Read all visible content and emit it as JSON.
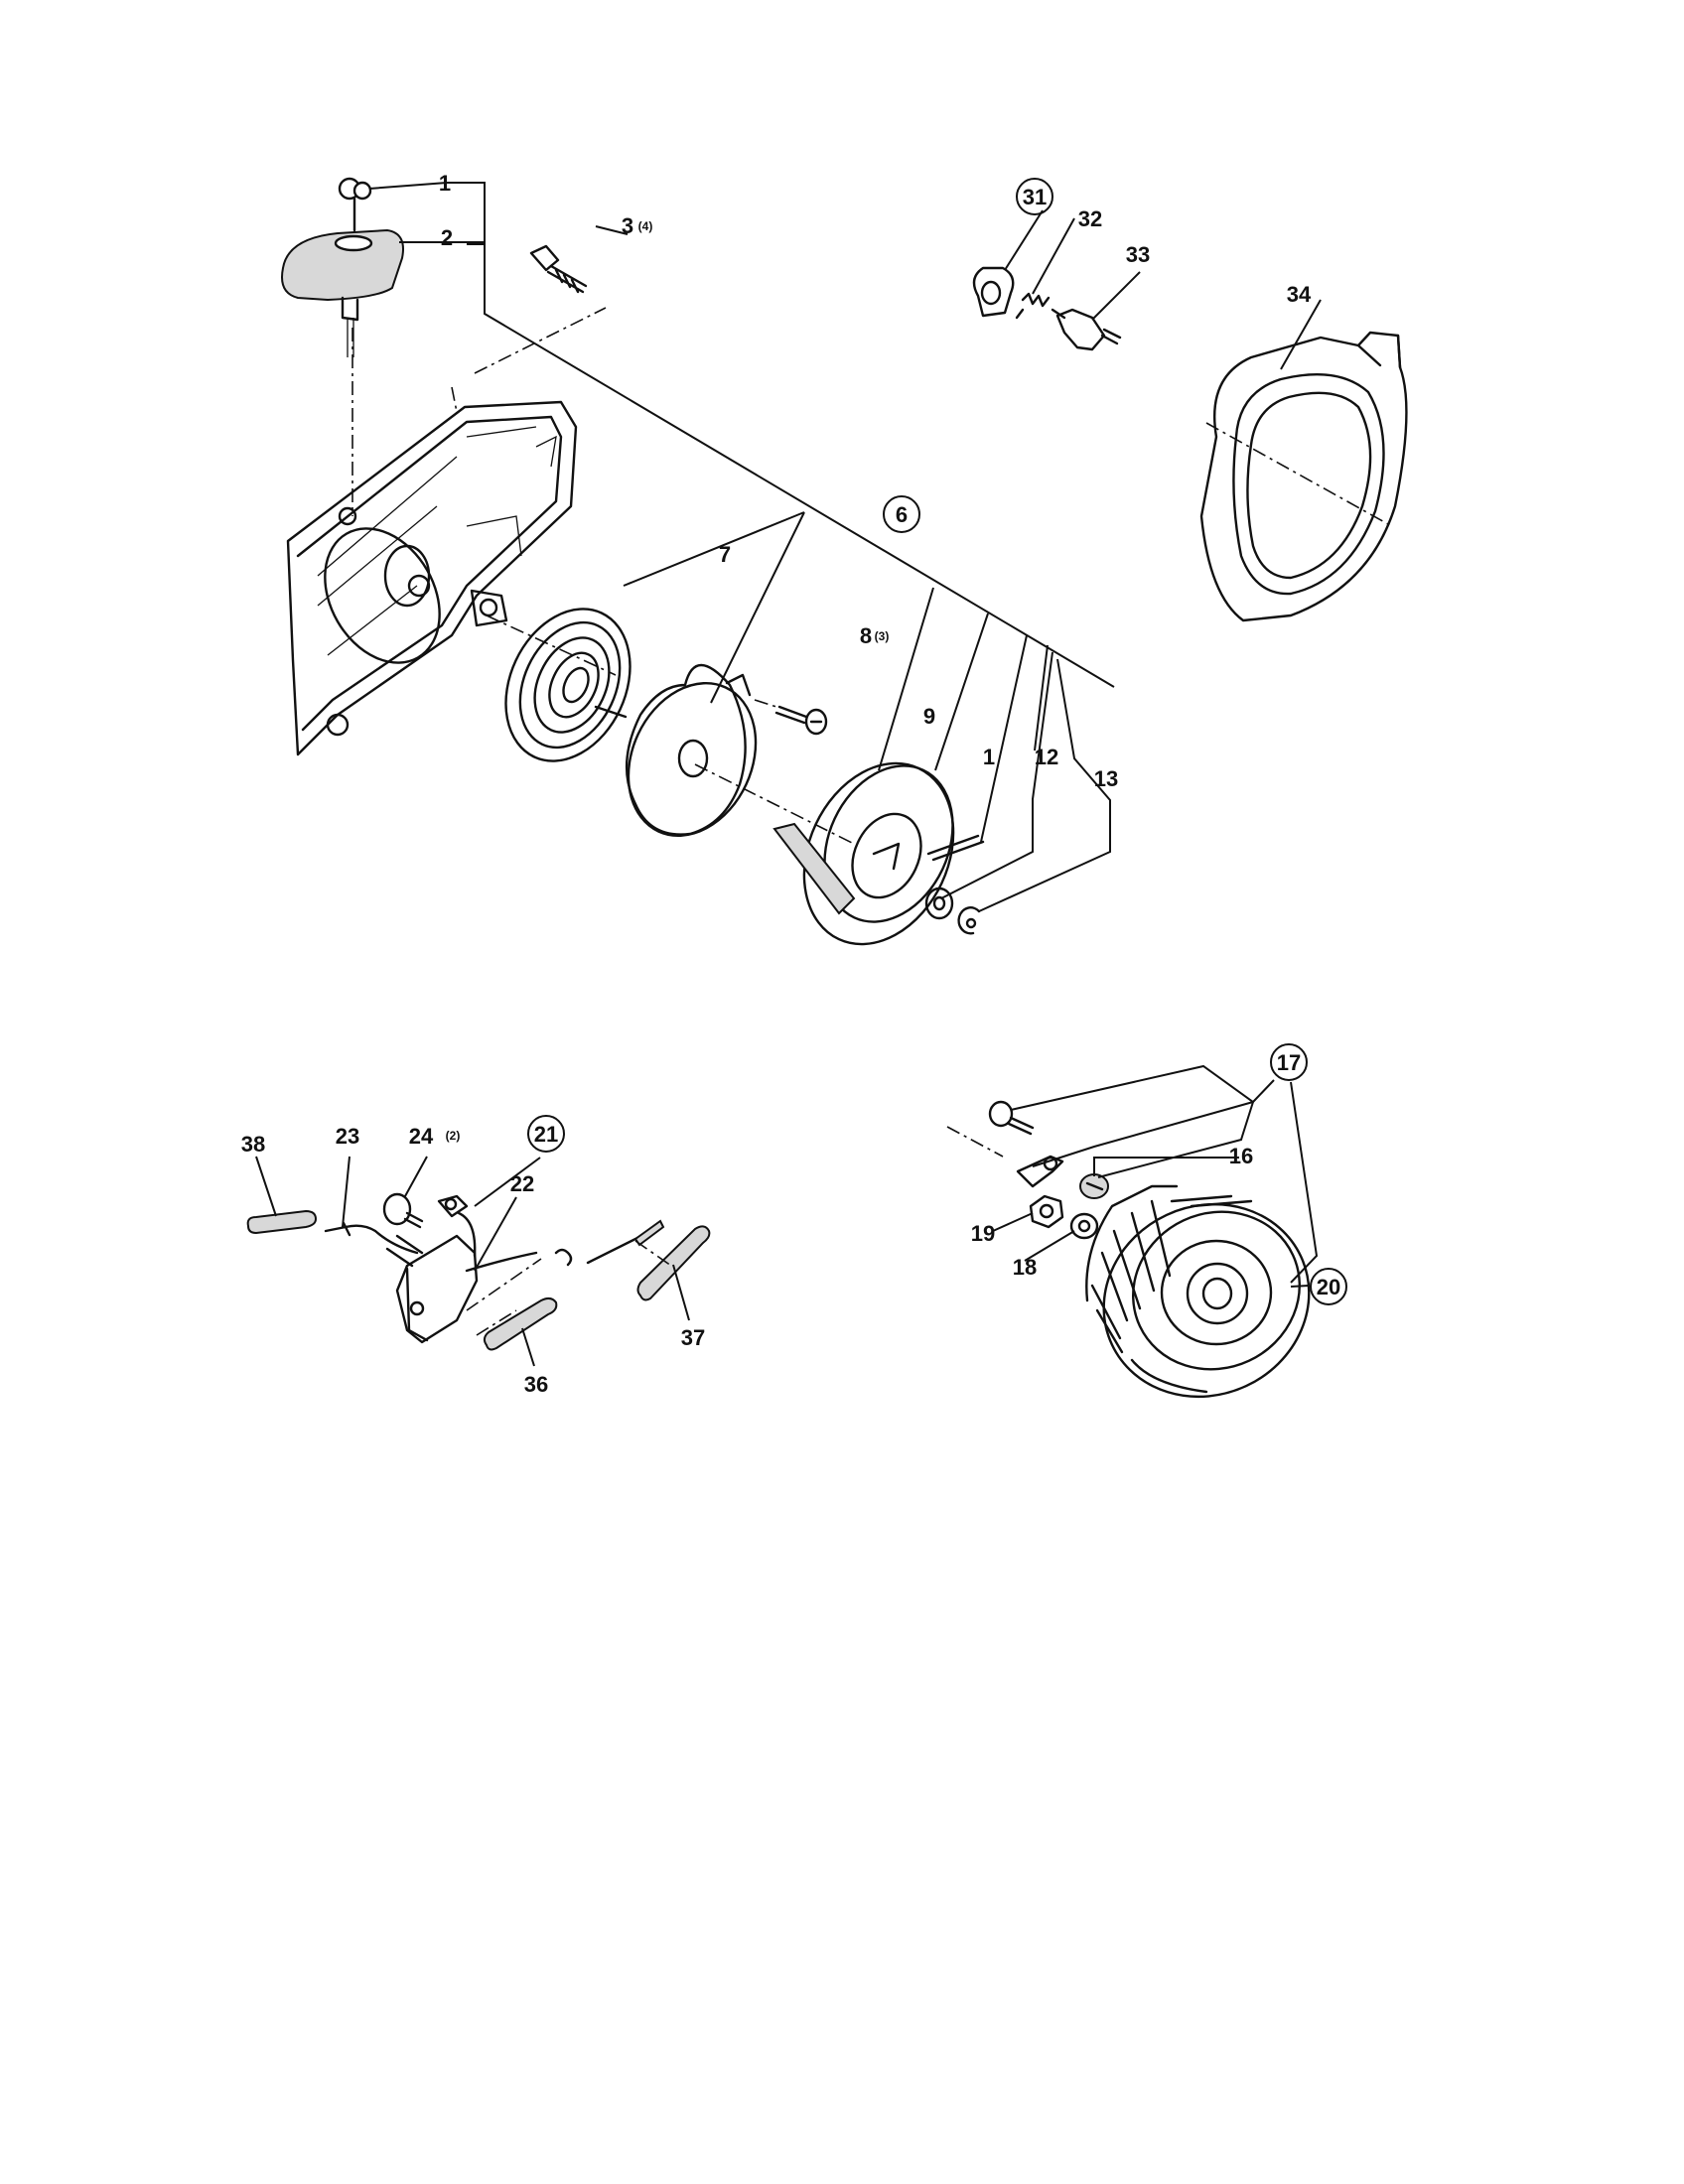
{
  "labels": {
    "p1a": "1",
    "p2": "2",
    "p3": "3",
    "p3q": "(4)",
    "p6": "6",
    "p7": "7",
    "p8": "8",
    "p8q": "(3)",
    "p9": "9",
    "p1b": "1",
    "p12": "12",
    "p13": "13",
    "p31": "31",
    "p32": "32",
    "p33": "33",
    "p34": "34",
    "p38": "38",
    "p23": "23",
    "p24": "24",
    "p24q": "(2)",
    "p21": "21",
    "p22": "22",
    "p37": "37",
    "p36": "36",
    "p17": "17",
    "p16": "16",
    "p19": "19",
    "p18": "18",
    "p20": "20"
  }
}
